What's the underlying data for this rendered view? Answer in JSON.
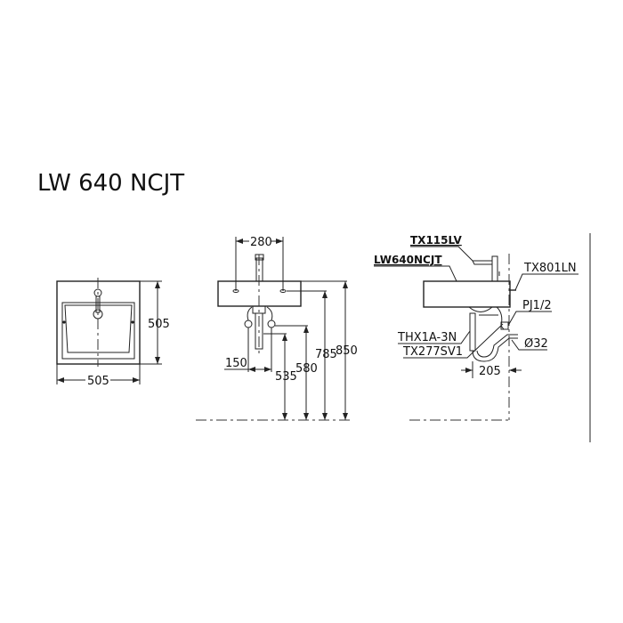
{
  "title": "LW 640 NCJT",
  "top_view": {
    "width_dim": "505",
    "depth_dim": "505"
  },
  "front_view": {
    "faucet_spacing": "280",
    "supply_spacing": "150",
    "heights": {
      "drain_outlet": "535",
      "supply": "580",
      "overflow": "785",
      "rim": "850"
    }
  },
  "side_view": {
    "labels": {
      "faucet": "TX115LV",
      "basin": "LW640NCJT",
      "bracket": "TX801LN",
      "supply": "PJ1/2",
      "valve": "THX1A-3N",
      "trap": "TX277SV1",
      "outlet": "Ø32"
    },
    "trap_offset": "205"
  }
}
